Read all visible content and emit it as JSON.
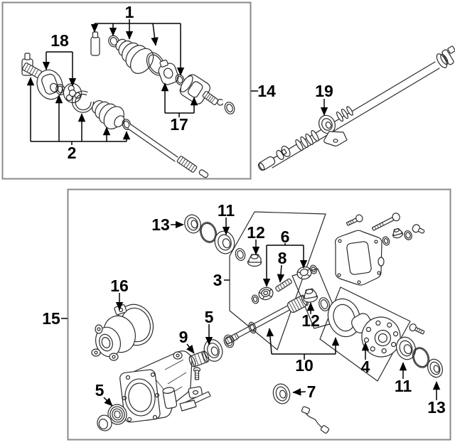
{
  "figure": {
    "type": "exploded-parts-diagram",
    "background": "#ffffff",
    "line_color": "#2b2b2b",
    "leader_color": "#000000",
    "panel_border_color": "#8a8a8a",
    "label_color": "#000000"
  },
  "callouts": [
    {
      "text": "1"
    },
    {
      "text": "18"
    },
    {
      "text": "2"
    },
    {
      "text": "17"
    },
    {
      "text": "14"
    },
    {
      "text": "19"
    },
    {
      "text": "15"
    },
    {
      "text": "13"
    },
    {
      "text": "11"
    },
    {
      "text": "12"
    },
    {
      "text": "3"
    },
    {
      "text": "6"
    },
    {
      "text": "8"
    },
    {
      "text": "16"
    },
    {
      "text": "5"
    },
    {
      "text": "9"
    },
    {
      "text": "12"
    },
    {
      "text": "10"
    },
    {
      "text": "4"
    },
    {
      "text": "5"
    },
    {
      "text": "7"
    },
    {
      "text": "11"
    },
    {
      "text": "13"
    }
  ]
}
